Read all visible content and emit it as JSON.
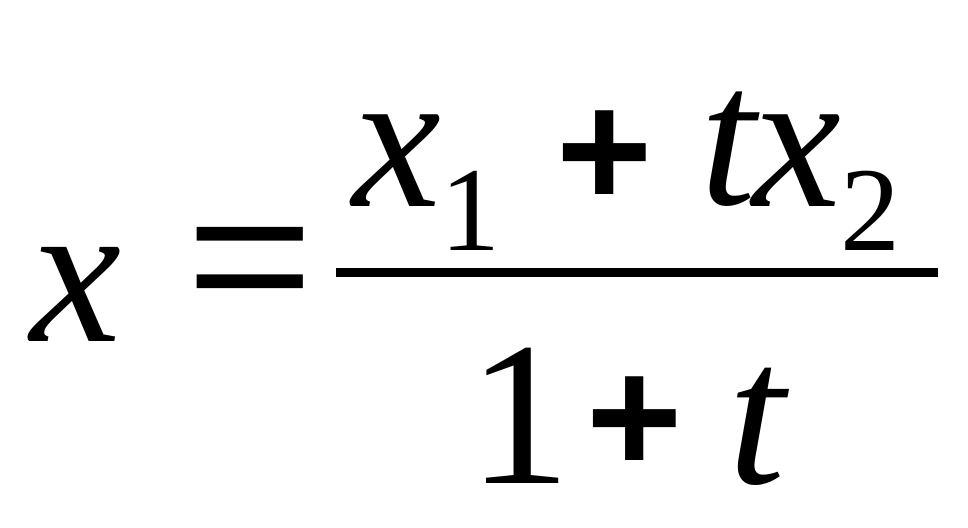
{
  "formula": {
    "lhs": "x",
    "equals": "=",
    "numerator": {
      "var1": "x",
      "sub1": "1",
      "plus": "+",
      "t": "t",
      "var2": "x",
      "sub2": "2"
    },
    "denominator": {
      "one": "1",
      "plus": "+",
      "t": "t"
    }
  }
}
